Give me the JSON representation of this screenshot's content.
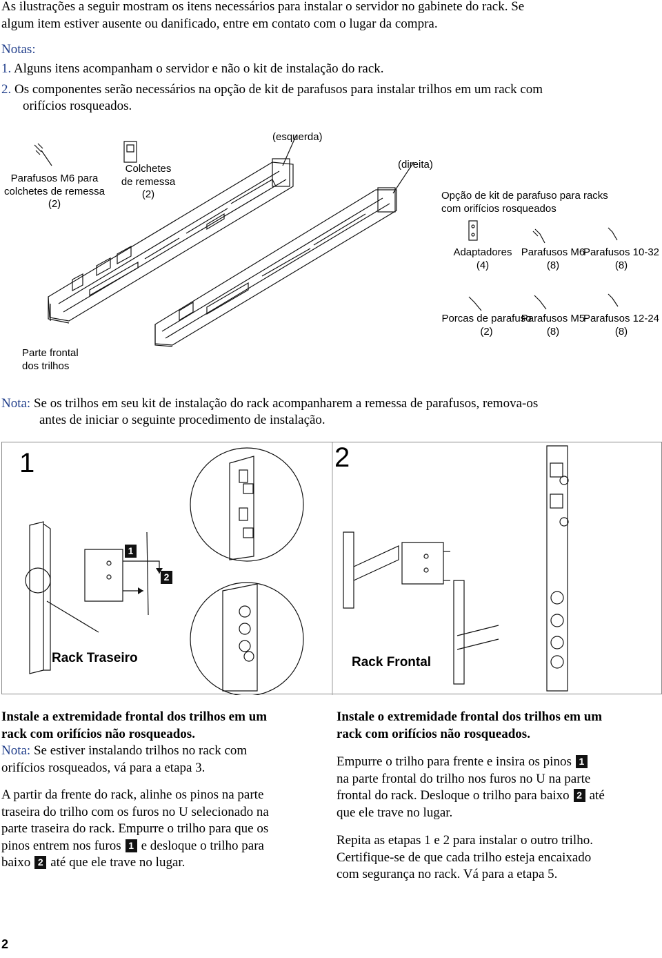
{
  "intro": {
    "line1": "As ilustrações a seguir mostram os itens necessários para instalar o servidor no gabinete do rack. Se",
    "line2": "algum item estiver ausente ou danificado, entre em contato com o lugar da compra.",
    "notes_label": "Notas:",
    "note1_num": "1.",
    "note1_text": "Alguns itens acompanham o servidor e não o kit de instalação do rack.",
    "note2_num": "2.",
    "note2_line1": "Os componentes serão necessários na opção de kit de parafusos para instalar trilhos em um rack com",
    "note2_line2": "orifícios rosqueados."
  },
  "figure1": {
    "left_label": "(esquerda)",
    "right_label": "(direita)",
    "screws_m6_shipping": [
      "Parafusos M6 para",
      "colchetes de remessa",
      "(2)"
    ],
    "shipping_brackets": [
      "Colchetes",
      "de remessa",
      "(2)"
    ],
    "kit_option": [
      "Opção de kit de parafuso para racks",
      "com orifícios rosqueados"
    ],
    "adapters": [
      "Adaptadores",
      "(4)"
    ],
    "screws_m6": [
      "Parafusos M6",
      "(8)"
    ],
    "screws_10_32": [
      "Parafusos 10-32",
      "(8)"
    ],
    "nuts": [
      "Porcas de parafuso",
      "(2)"
    ],
    "screws_m5": [
      "Parafusos M5",
      "(8)"
    ],
    "screws_12_24": [
      "Parafusos 12-24",
      "(8)"
    ],
    "rail_front": [
      "Parte frontal",
      "dos trilhos"
    ]
  },
  "note": {
    "label": "Nota:",
    "line1": "Se os trilhos em seu kit de instalação do rack acompanharem a remessa de parafusos, remova-os",
    "line2": "antes de iniciar o seguinte procedimento de instalação."
  },
  "figure2": {
    "step1": "1",
    "step2": "2",
    "callout1": "1",
    "callout2": "2",
    "rear_rack": "Rack Traseiro",
    "front_rack": "Rack Frontal"
  },
  "left_col": {
    "heading1": "Instale a extremidade frontal dos trilhos em um",
    "heading2": "rack com orifícios não rosqueados.",
    "note_label": "Nota:",
    "note_text1": " Se estiver instalando trilhos no rack com",
    "note_text2": "orifícios rosqueados, vá para a etapa 3.",
    "p1": "A partir da frente do rack, alinhe os pinos na parte",
    "p2": "traseira do trilho com os furos no U selecionado na",
    "p3": "parte traseira do rack. Empurre o trilho para que os",
    "p4a": "pinos entrem nos furos",
    "p4b": "e desloque o trilho para",
    "p5a": "baixo",
    "p5b": "até que ele trave no lugar.",
    "badge1": "1",
    "badge2": "2"
  },
  "right_col": {
    "heading1": "Instale o extremidade frontal dos trilhos em um",
    "heading2": "rack com orifícios não rosqueados.",
    "p1a": "Empurre o trilho para frente e insira os pinos",
    "p2": "na parte frontal do trilho nos furos no U na parte",
    "p3a": "frontal do rack. Desloque o trilho para baixo",
    "p3b": "até",
    "p4": "que ele trave no lugar.",
    "r1": "Repita as etapas 1 e 2 para instalar o outro trilho.",
    "r2": "Certifique-se de que cada trilho esteja encaixado",
    "r3": "com segurança no rack. Vá para a etapa 5.",
    "badge1": "1",
    "badge2": "2"
  },
  "page_number": "2"
}
